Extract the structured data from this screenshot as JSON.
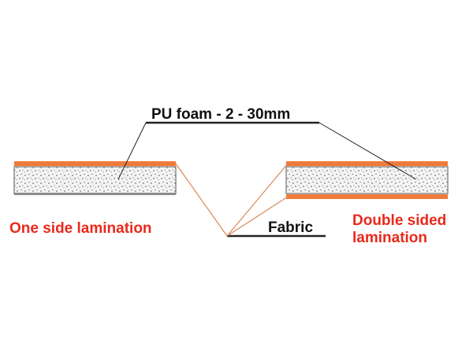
{
  "labels": {
    "pu_foam": "PU foam - 2 - 30mm",
    "fabric": "Fabric",
    "one_side": "One side lamination",
    "double_sided_line1": "Double sided",
    "double_sided_line2": "lamination"
  },
  "colors": {
    "fabric_orange": "#f07a3a",
    "red_label": "#e8291c",
    "foam_fill": "#f4f4f4",
    "gray_edge": "#8c8c8c",
    "leader_black": "#222222",
    "leader_orange": "#d98a5a"
  }
}
